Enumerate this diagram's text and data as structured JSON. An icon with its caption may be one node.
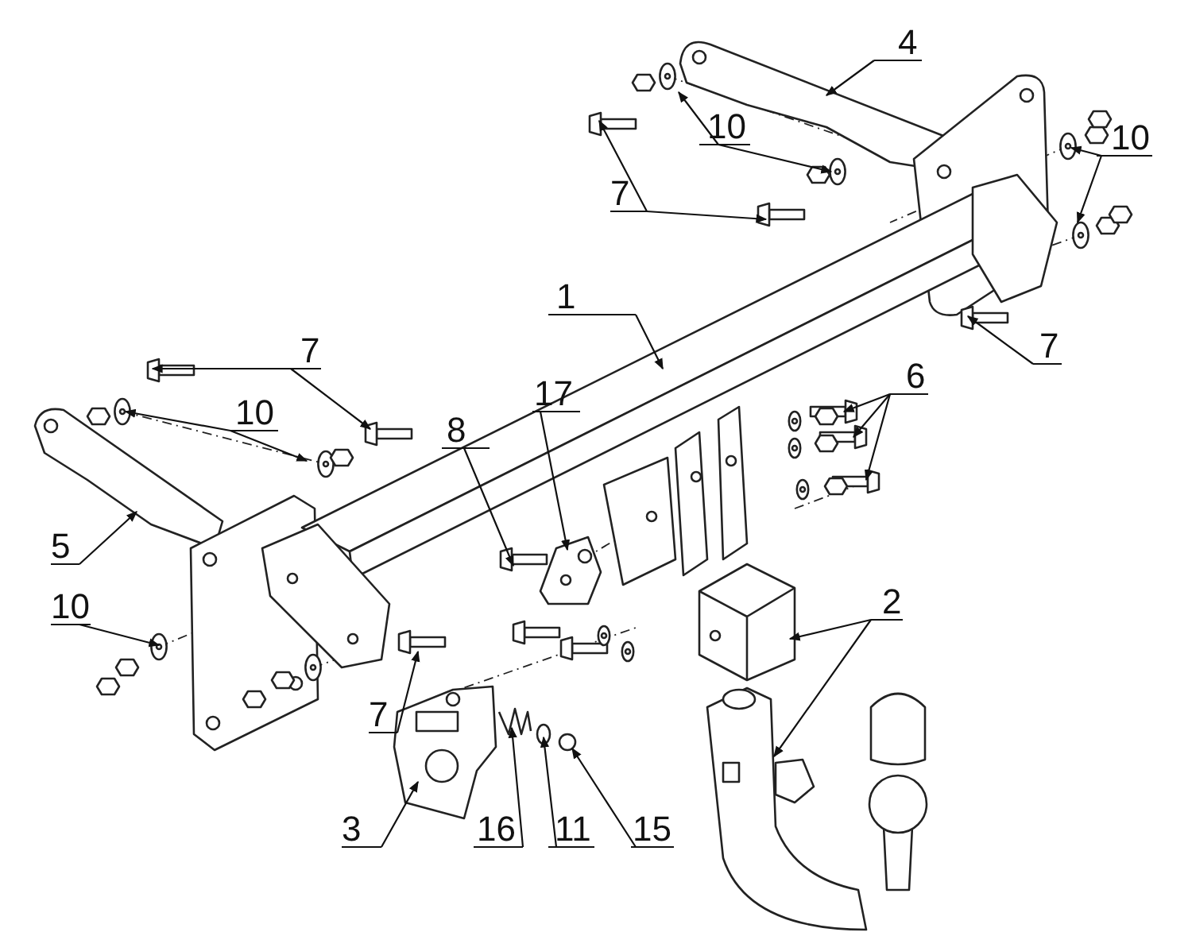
{
  "diagram": {
    "nodes": [
      {
        "text": [
          "4"
        ]
      },
      {
        "text": [
          "10"
        ]
      },
      {
        "text": [
          "10"
        ]
      },
      {
        "text": [
          "7"
        ]
      },
      {
        "text": [
          "1"
        ]
      },
      {
        "text": [
          "7"
        ]
      },
      {
        "text": [
          "7"
        ]
      },
      {
        "text": [
          "6"
        ]
      },
      {
        "text": [
          "10"
        ]
      },
      {
        "text": [
          "8"
        ]
      },
      {
        "text": [
          "17"
        ]
      },
      {
        "text": [
          "5"
        ]
      },
      {
        "text": [
          "2"
        ]
      },
      {
        "text": [
          "10"
        ]
      },
      {
        "text": [
          "7"
        ]
      },
      {
        "text": [
          "3"
        ]
      },
      {
        "text": [
          "16"
        ]
      },
      {
        "text": [
          "11"
        ]
      },
      {
        "text": [
          "15"
        ]
      }
    ],
    "edges": [
      {
        "from": 0,
        "to": null,
        "arrow": "to"
      },
      {
        "from": 1,
        "to": null,
        "arrow": "to"
      },
      {
        "from": 1,
        "to": null,
        "arrow": "to"
      },
      {
        "from": 2,
        "to": null,
        "arrow": "to"
      },
      {
        "from": 2,
        "to": null,
        "arrow": "to"
      },
      {
        "from": 3,
        "to": null,
        "arrow": "to"
      },
      {
        "from": 3,
        "to": null,
        "arrow": "to"
      },
      {
        "from": 4,
        "to": null,
        "arrow": "to"
      },
      {
        "from": 5,
        "to": null,
        "arrow": "to"
      },
      {
        "from": 6,
        "to": null,
        "arrow": "to"
      },
      {
        "from": 6,
        "to": null,
        "arrow": "to"
      },
      {
        "from": 7,
        "to": null,
        "arrow": "to"
      },
      {
        "from": 7,
        "to": null,
        "arrow": "to"
      },
      {
        "from": 7,
        "to": null,
        "arrow": "to"
      },
      {
        "from": 8,
        "to": null,
        "arrow": "to"
      },
      {
        "from": 8,
        "to": null,
        "arrow": "to"
      },
      {
        "from": 9,
        "to": null,
        "arrow": "to"
      },
      {
        "from": 10,
        "to": null,
        "arrow": "to"
      },
      {
        "from": 11,
        "to": null,
        "arrow": "to"
      },
      {
        "from": 12,
        "to": null,
        "arrow": "to"
      },
      {
        "from": 12,
        "to": null,
        "arrow": "to"
      },
      {
        "from": 13,
        "to": null,
        "arrow": "to"
      },
      {
        "from": 14,
        "to": null,
        "arrow": "to"
      },
      {
        "from": 15,
        "to": null,
        "arrow": "to"
      },
      {
        "from": 16,
        "to": null,
        "arrow": "to"
      },
      {
        "from": 17,
        "to": null,
        "arrow": "to"
      },
      {
        "from": 18,
        "to": null,
        "arrow": "to"
      }
    ]
  }
}
